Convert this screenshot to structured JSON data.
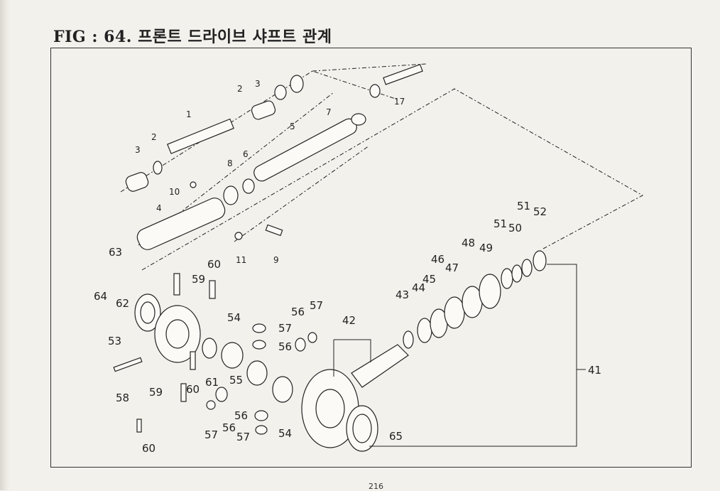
{
  "header": {
    "title": "FIG : 64. 프론트 드라이브 샤프트 관계"
  },
  "footer": {
    "page_number": "216"
  },
  "callouts": {
    "c1": "1",
    "c2a": "2",
    "c2b": "2",
    "c3a": "3",
    "c3b": "3",
    "c4": "4",
    "c5": "5",
    "c6": "6",
    "c7": "7",
    "c8": "8",
    "c9": "9",
    "c10": "10",
    "c11": "11",
    "c17": "17",
    "c41": "41",
    "c42": "42",
    "c43": "43",
    "c44": "44",
    "c45": "45",
    "c46": "46",
    "c47": "47",
    "c48": "48",
    "c49": "49",
    "c50": "50",
    "c51a": "51",
    "c51b": "51",
    "c52": "52",
    "c53": "53",
    "c54a": "54",
    "c54b": "54",
    "c55": "55",
    "c56a": "56",
    "c56b": "56",
    "c56c": "56",
    "c56d": "56",
    "c57a": "57",
    "c57b": "57",
    "c57c": "57",
    "c57d": "57",
    "c58": "58",
    "c59a": "59",
    "c59b": "59",
    "c60a": "60",
    "c60b": "60",
    "c60c": "60",
    "c61": "61",
    "c62": "62",
    "c63": "63",
    "c64": "64",
    "c65": "65"
  }
}
